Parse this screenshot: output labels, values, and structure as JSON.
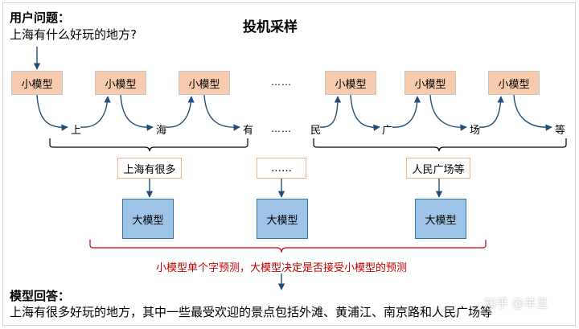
{
  "question": {
    "label": "用户问题：",
    "text": "上海有什么好玩的地方?"
  },
  "title": "投机采样",
  "small_model_label": "小模型",
  "ellipsis": "……",
  "tokens_group1": [
    "上",
    "海",
    "有"
  ],
  "tokens_group2": [
    "民",
    "广",
    "场",
    "等"
  ],
  "drafts": [
    "上海有很多",
    "……",
    "人民广场等"
  ],
  "large_model_label": "大模型",
  "caption": "小模型单个字预测，大模型决定是否接受小模型的预测",
  "answer": {
    "label": "模型回答：",
    "text": "上海有很多好玩的地方，其中一些最受欢迎的景点包括外滩、黄浦江、南京路和人民广场等"
  },
  "watermark": "知乎 @羊旦",
  "colors": {
    "small_model_fill": "#f8cbad",
    "large_model_fill": "#9dc3e6",
    "arrow": "#1f4e79",
    "brace_red": "#c00000"
  }
}
